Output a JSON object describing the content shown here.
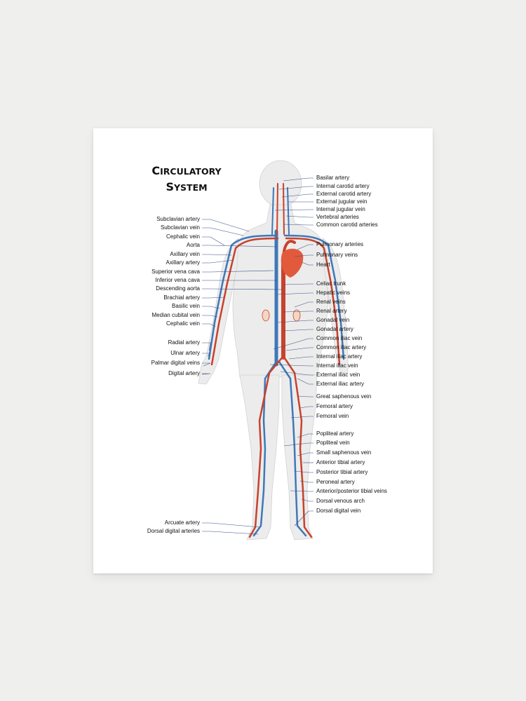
{
  "title": {
    "line1": "Circulatory",
    "line2": "System"
  },
  "colors": {
    "artery": "#c8422c",
    "vein": "#3f78b8",
    "heart": "#e25a3c",
    "body": "#eeeeee",
    "poster": "#ffffff",
    "wall": "#efefed"
  },
  "labels": {
    "left": [
      "Subclavian artery",
      "Subclavian vein",
      "Cephalic vein",
      "Aorta",
      "Axillary vein",
      "Axillary artery",
      "Superior vena cava",
      "Inferior vena cava",
      "Descending aorta",
      "Brachial artery",
      "Basilic vein",
      "Median cubital vein",
      "Cephalic vein",
      "Radial artery",
      "Ulnar artery",
      "Palmar digital veins",
      "Digital artery",
      "Arcuate artery",
      "Dorsal digital arteries"
    ],
    "right": [
      "Basilar artery",
      "Internal carotid artery",
      "External carotid artery",
      "External jugular vein",
      "Internal jugular vein",
      "Vertebral arteries",
      "Common carotid arteries",
      "Pulmonary arteries",
      "Pulmonary veins",
      "Heart",
      "Celiac trunk",
      "Hepatic veins",
      "Renal veins",
      "Renal artery",
      "Gonadal vein",
      "Gonadal artery",
      "Common iliac vein",
      "Common iliac artery",
      "Internal iliac artery",
      "Internal iliac vein",
      "External iliac vein",
      "External iliac artery",
      "Great saphenous vein",
      "Femoral artery",
      "Femoral vein",
      "Popliteal artery",
      "Popliteal vein",
      "Small saphenous vein",
      "Anterior tibial artery",
      "Posterior tibial artery",
      "Peroneal artery",
      "Anterior/posterior tibial veins",
      "Dorsal venous arch",
      "Dorsal digital vein"
    ]
  }
}
